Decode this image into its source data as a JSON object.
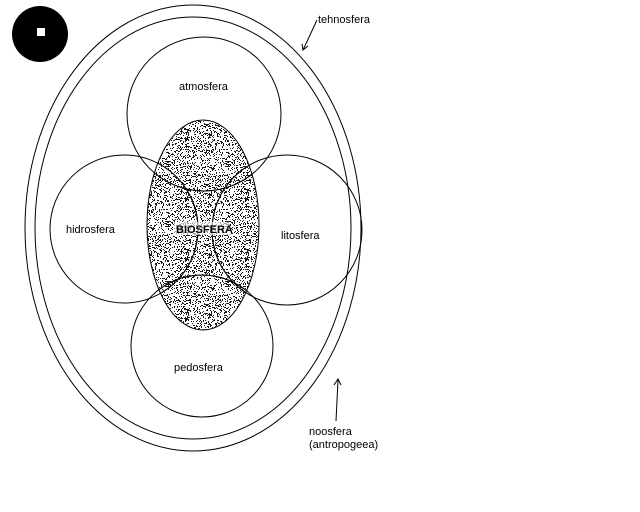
{
  "labels": {
    "atmosfera": "atmosfera",
    "hidrosfera": "hidrosfera",
    "litosfera": "litosfera",
    "pedosfera": "pedosfera",
    "biosfera": "BIOSFERA",
    "tehnosfera": "tehnosfera",
    "noosfera": "noosfera",
    "antropogeea": "(antropogeea)"
  },
  "colors": {
    "line": "#000000",
    "background": "#ffffff"
  }
}
